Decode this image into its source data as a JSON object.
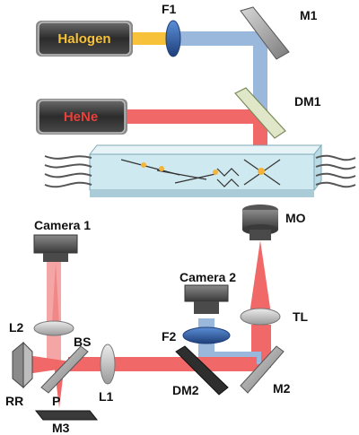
{
  "sources": {
    "halogen": "Halogen",
    "hene": "HeNe"
  },
  "labels": {
    "f1": "F1",
    "m1": "M1",
    "dm1": "DM1",
    "mo": "MO",
    "camera1": "Camera 1",
    "camera2": "Camera 2",
    "tl": "TL",
    "f2": "F2",
    "l2": "L2",
    "bs": "BS",
    "rr": "RR",
    "p": "P",
    "l1": "L1",
    "dm2": "DM2",
    "m2": "M2",
    "m3": "M3"
  },
  "colors": {
    "laser_red": "#f06868",
    "white_light_blue": "#9ab8dc",
    "halogen_yellow": "#f7c23a",
    "hene_red": "#e8413c",
    "chip_fill": "#cfe9f0",
    "optic_blue": "#2f5ea8",
    "particle_yellow": "#f4b43c"
  }
}
